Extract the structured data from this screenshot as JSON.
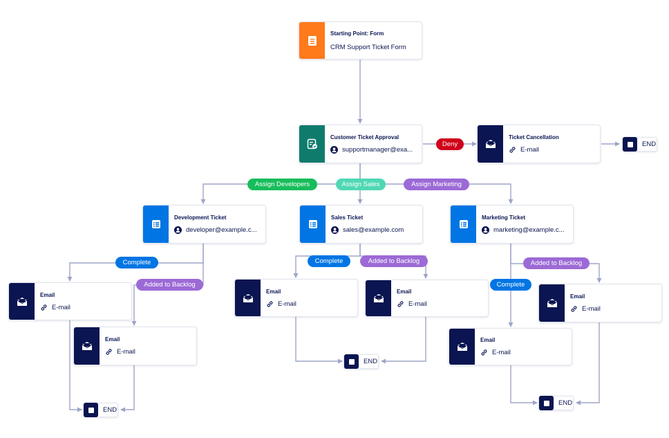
{
  "colors": {
    "form_icon": "#ff7a1a",
    "approval_icon": "#0f7b6c",
    "task_icon": "#0075e3",
    "email_icon": "#0a1551",
    "connector": "#9ea5c8",
    "deny": "#d0021b",
    "assign_developers": "#18bd5b",
    "assign_sales": "#4fd8b4",
    "purple": "#9c6ad6",
    "complete": "#0075e3"
  },
  "nodes": {
    "start": {
      "title": "Starting Point: Form",
      "subtitle": "CRM Support Ticket Form",
      "icon": "form-icon"
    },
    "approval": {
      "title": "Customer Ticket Approval",
      "assignee": "supportmanager@exa...",
      "icon": "approval-icon"
    },
    "cancel": {
      "title": "Ticket Cancellation",
      "action": "E-mail",
      "icon": "email-icon"
    },
    "dev": {
      "title": "Development Ticket",
      "assignee": "developer@example.c...",
      "icon": "task-icon"
    },
    "sales": {
      "title": "Sales Ticket",
      "assignee": "sales@example.com",
      "icon": "task-icon"
    },
    "marketing": {
      "title": "Marketing Ticket",
      "assignee": "marketing@example.c...",
      "icon": "task-icon"
    },
    "email1": {
      "title": "Email",
      "action": "E-mail"
    },
    "email2": {
      "title": "Email",
      "action": "E-mail"
    },
    "email3": {
      "title": "Email",
      "action": "E-mail"
    },
    "email4": {
      "title": "Email",
      "action": "E-mail"
    },
    "email5": {
      "title": "Email",
      "action": "E-mail"
    },
    "email6": {
      "title": "Email",
      "action": "E-mail"
    }
  },
  "end_label": "END",
  "labels": {
    "deny": "Deny",
    "assign_developers": "Assign Developers",
    "assign_sales": "Assign Sales",
    "assign_marketing": "Assign Marketing",
    "complete": "Complete",
    "added_to_backlog": "Added to Backlog"
  }
}
